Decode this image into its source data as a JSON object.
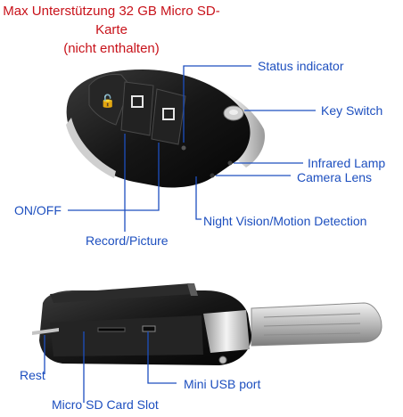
{
  "header": {
    "line1": "Max Unterstützung 32 GB Micro SD-Karte",
    "line2": "(nicht enthalten)"
  },
  "labels": {
    "status_indicator": "Status indicator",
    "key_switch": "Key Switch",
    "infrared_lamp": "Infrared Lamp",
    "camera_lens": "Camera Lens",
    "on_off": "ON/OFF",
    "night_vision": "Night Vision/Motion Detection",
    "record_picture": "Record/Picture",
    "rest": "Rest",
    "micro_sd_slot": "Micro SD Card Slot",
    "mini_usb_port": "Mini USB port"
  },
  "colors": {
    "header_text": "#c8121a",
    "label_text": "#1d4fbf",
    "leader_line": "#1d4fbf",
    "device_body": "#1b1b1b",
    "chrome": "#d8d8d8"
  }
}
